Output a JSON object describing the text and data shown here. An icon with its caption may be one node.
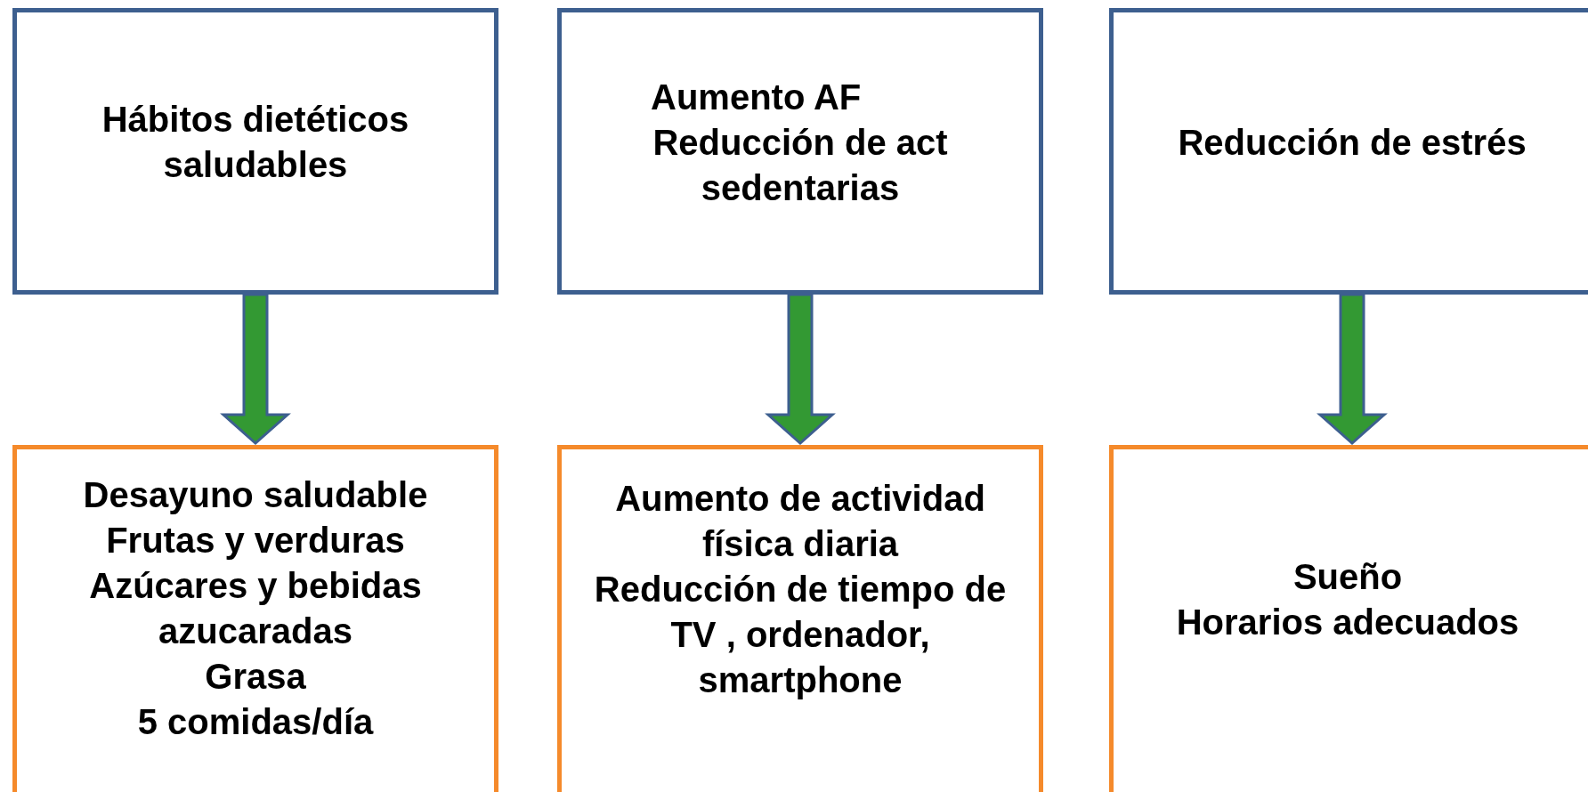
{
  "diagram": {
    "nodes": [
      {
        "text": [
          "Hábitos dietéticos saludables"
        ]
      },
      {
        "text": [
          "Aumento AF",
          "Reducción de act sedentarias"
        ]
      },
      {
        "text": [
          "Reducción de estrés"
        ]
      },
      {
        "text": [
          "Desayuno saludable",
          "Frutas y verduras",
          "Azúcares y bebidas azucaradas",
          "Grasa",
          "5 comidas/día"
        ]
      },
      {
        "text": [
          "Aumento de actividad física diaria",
          "Reducción de tiempo de TV , ordenador, smartphone"
        ]
      },
      {
        "text": [
          "Sueño",
          "Horarios adecuados"
        ]
      }
    ],
    "edges": [
      {
        "from": 0,
        "to": 3,
        "arrow": "to"
      },
      {
        "from": 1,
        "to": 4,
        "arrow": "to"
      },
      {
        "from": 2,
        "to": 5,
        "arrow": "to"
      }
    ]
  }
}
